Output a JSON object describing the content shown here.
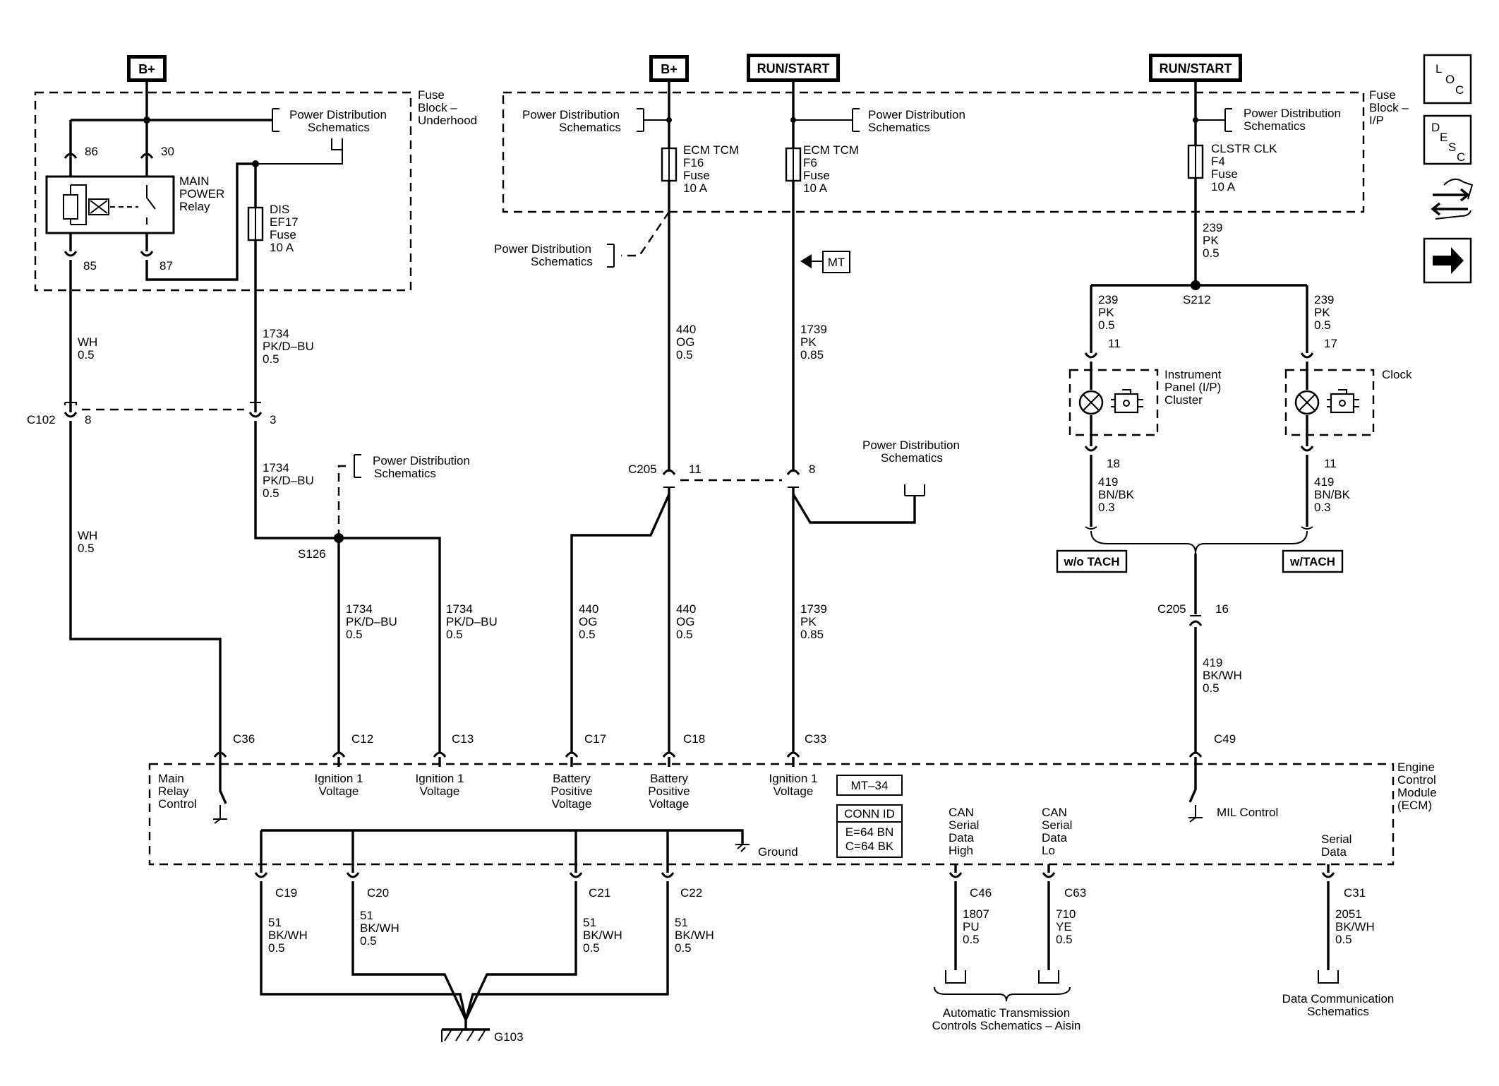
{
  "power_sources": {
    "b_plus_left": "B+",
    "b_plus_center": "B+",
    "run_start_center": "RUN/START",
    "run_start_right": "RUN/START"
  },
  "nav_icons": [
    "loc-icon",
    "desc-icon",
    "connector-icon",
    "next-arrow-icon"
  ],
  "nav_letters": {
    "loc": [
      "L",
      "O",
      "C"
    ],
    "desc": [
      "D",
      "E",
      "S",
      "C"
    ]
  },
  "fuse_blocks": {
    "underhood": [
      "Fuse",
      "Block –",
      "Underhood"
    ],
    "ip": [
      "Fuse",
      "Block –",
      "I/P"
    ]
  },
  "ref_pds": [
    "Power Distribution",
    "Schematics"
  ],
  "relay": {
    "name": [
      "MAIN",
      "POWER",
      "Relay"
    ],
    "pins": [
      "86",
      "30",
      "85",
      "87"
    ]
  },
  "fuses": {
    "dis": [
      "DIS",
      "EF17",
      "Fuse",
      "10 A"
    ],
    "f16": [
      "ECM TCM",
      "F16",
      "Fuse",
      "10 A"
    ],
    "f6": [
      "ECM TCM",
      "F6",
      "Fuse",
      "10 A"
    ],
    "f4": [
      "CLSTR CLK",
      "F4",
      "Fuse",
      "10 A"
    ]
  },
  "mt_tag": "MT",
  "wires": {
    "wh_top": [
      "WH",
      "0.5"
    ],
    "pk_dbu_top": [
      "1734",
      "PK/D–BU",
      "0.5"
    ],
    "og_top": [
      "440",
      "OG",
      "0.5"
    ],
    "pk_top": [
      "1739",
      "PK",
      "0.85"
    ],
    "pk239_top": [
      "239",
      "PK",
      "0.5"
    ],
    "pk239_left": [
      "239",
      "PK",
      "0.5"
    ],
    "pk239_right": [
      "239",
      "PK",
      "0.5"
    ],
    "wh_mid": [
      "WH",
      "0.5"
    ],
    "pk_dbu_mid": [
      "1734",
      "PK/D–BU",
      "0.5"
    ],
    "pk_dbu_c12": [
      "1734",
      "PK/D–BU",
      "0.5"
    ],
    "pk_dbu_c13": [
      "1734",
      "PK/D–BU",
      "0.5"
    ],
    "og_c17": [
      "440",
      "OG",
      "0.5"
    ],
    "og_c18": [
      "440",
      "OG",
      "0.5"
    ],
    "pk_c33": [
      "1739",
      "PK",
      "0.85"
    ],
    "bnbk_left": [
      "419",
      "BN/BK",
      "0.3"
    ],
    "bnbk_right": [
      "419",
      "BN/BK",
      "0.3"
    ],
    "bkwh_mil": [
      "419",
      "BK/WH",
      "0.5"
    ],
    "gnd_c19": [
      "51",
      "BK/WH",
      "0.5"
    ],
    "gnd_c20": [
      "51",
      "BK/WH",
      "0.5"
    ],
    "gnd_c21": [
      "51",
      "BK/WH",
      "0.5"
    ],
    "gnd_c22": [
      "51",
      "BK/WH",
      "0.5"
    ],
    "pu_c46": [
      "1807",
      "PU",
      "0.5"
    ],
    "ye_c63": [
      "710",
      "YE",
      "0.5"
    ],
    "bkwh_c31": [
      "2051",
      "BK/WH",
      "0.5"
    ]
  },
  "connectors": {
    "c102": "C102",
    "c102_pin8": "8",
    "c102_pin3": "3",
    "c205_left": "C205",
    "c205_pin11": "11",
    "c205_pin8": "8",
    "c205_right": "C205",
    "c205_pin16": "16",
    "pin11_cluster": "11",
    "pin17_clock": "17",
    "pin18_cluster": "18",
    "pin11_clock": "11"
  },
  "splices": {
    "s126": "S126",
    "s212": "S212"
  },
  "components": {
    "cluster": [
      "Instrument",
      "Panel (I/P)",
      "Cluster"
    ],
    "clock": "Clock"
  },
  "options": {
    "wo_tach": "w/o TACH",
    "w_tach": "w/TACH"
  },
  "ecm": {
    "name": [
      "Engine",
      "Control",
      "Module",
      "(ECM)"
    ],
    "pins_top": [
      "C36",
      "C12",
      "C13",
      "C17",
      "C18",
      "C33",
      "C49"
    ],
    "terminals": {
      "main_relay": [
        "Main",
        "Relay",
        "Control"
      ],
      "ign1_a": [
        "Ignition 1",
        "Voltage"
      ],
      "ign1_b": [
        "Ignition 1",
        "Voltage"
      ],
      "bat_a": [
        "Battery",
        "Positive",
        "Voltage"
      ],
      "bat_b": [
        "Battery",
        "Positive",
        "Voltage"
      ],
      "ign1_c": [
        "Ignition 1",
        "Voltage"
      ],
      "can_high": [
        "CAN",
        "Serial",
        "Data",
        "High"
      ],
      "can_lo": [
        "CAN",
        "Serial",
        "Data",
        "Lo"
      ],
      "serial_data": [
        "Serial",
        "Data"
      ],
      "mil": "MIL Control",
      "ground": "Ground"
    },
    "mt_box": "MT–34",
    "conn_id": [
      "CONN ID",
      "E=64 BN",
      "C=64 BK"
    ],
    "pins_bottom": [
      "C19",
      "C20",
      "C21",
      "C22",
      "C46",
      "C63",
      "C31"
    ]
  },
  "ground": "G103",
  "refs": {
    "atc": [
      "Automatic Transmission",
      "Controls Schematics – Aisin"
    ],
    "dcs": [
      "Data Communication",
      "Schematics"
    ]
  }
}
